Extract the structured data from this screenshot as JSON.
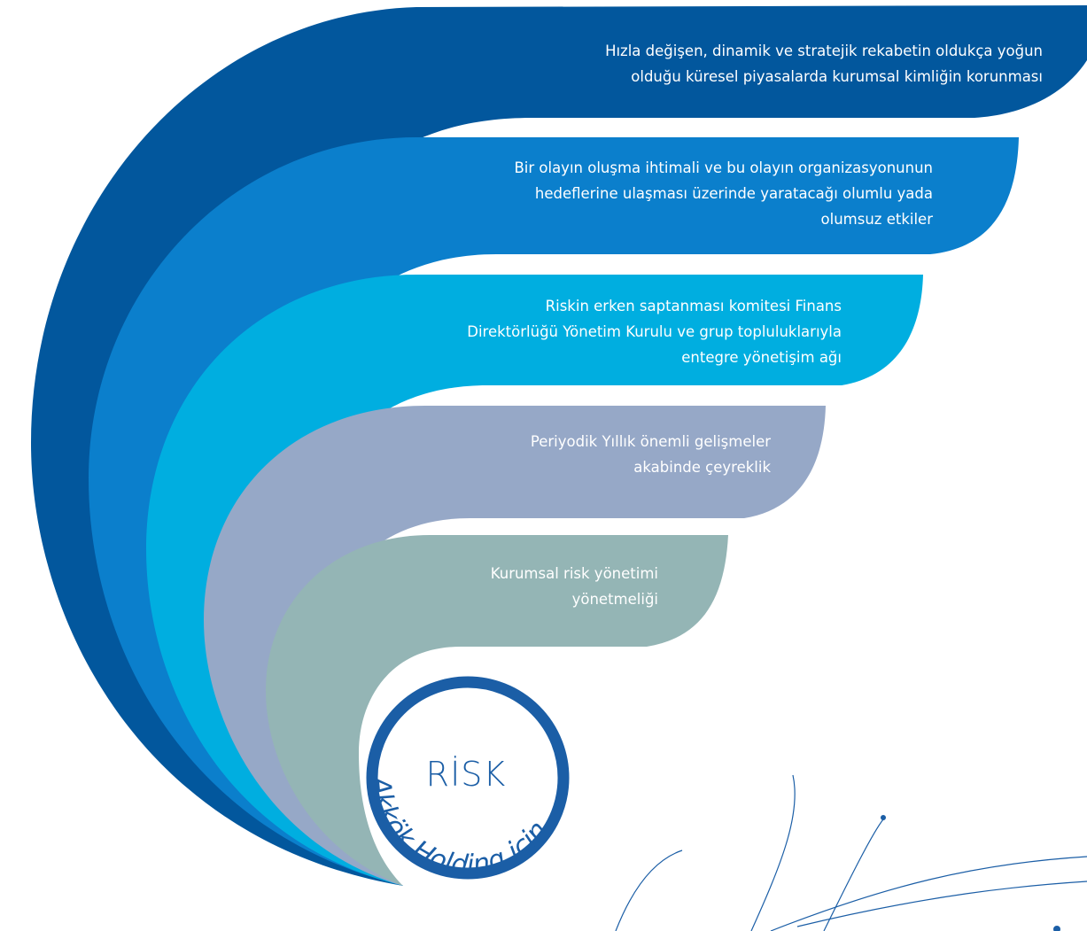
{
  "bands": [
    {
      "lines": [
        "Hızla değişen, dinamik ve stratejik rekabetin oldukça yoğun",
        "olduğu küresel piyasalarda kurumsal kimliğin korunması"
      ],
      "color": "#02579d"
    },
    {
      "lines": [
        "Bir olayın oluşma ihtimali ve bu olayın organizasyonunun",
        "hedeflerine ulaşması üzerinde yaratacağı olumlu yada",
        "olumsuz etkiler"
      ],
      "color": "#0b7fcc"
    },
    {
      "lines": [
        "Riskin erken saptanması komitesi Finans",
        "Direktörlüğü Yönetim Kurulu ve grup topluluklarıyla",
        "entegre yönetişim ağı"
      ],
      "color": "#00aee0"
    },
    {
      "lines": [
        "Periyodik Yıllık önemli gelişmeler",
        "akabinde çeyreklik"
      ],
      "color": "#96a8c7"
    },
    {
      "lines": [
        "Kurumsal risk yönetimi",
        "yönetmeliği"
      ],
      "color": "#94b5b5"
    }
  ],
  "center": {
    "label": "RİSK",
    "ring_color": "#1b5ea6"
  },
  "arc_text": "Akkök Holding için",
  "decor_color": "#1b5ea6"
}
